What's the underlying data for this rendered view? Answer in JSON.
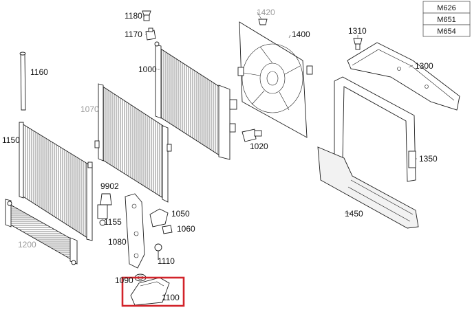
{
  "legend": {
    "entries": [
      "M626",
      "M651",
      "M654"
    ]
  },
  "parts": [
    {
      "id": "p1180",
      "label": "1180",
      "grey": false
    },
    {
      "id": "p1170",
      "label": "1170",
      "grey": false
    },
    {
      "id": "p1420",
      "label": "1420",
      "grey": true
    },
    {
      "id": "p1400",
      "label": "1400",
      "grey": false
    },
    {
      "id": "p1310",
      "label": "1310",
      "grey": false
    },
    {
      "id": "p1160",
      "label": "1160",
      "grey": false
    },
    {
      "id": "p1000",
      "label": "1000",
      "grey": false
    },
    {
      "id": "p1300",
      "label": "1300",
      "grey": false
    },
    {
      "id": "p1070",
      "label": "1070",
      "grey": true
    },
    {
      "id": "p1150",
      "label": "1150",
      "grey": false
    },
    {
      "id": "p1020",
      "label": "1020",
      "grey": false
    },
    {
      "id": "p1350",
      "label": "1350",
      "grey": false
    },
    {
      "id": "p9902",
      "label": "9902",
      "grey": false
    },
    {
      "id": "p1050",
      "label": "1050",
      "grey": false
    },
    {
      "id": "p1155",
      "label": "1155",
      "grey": false
    },
    {
      "id": "p1450",
      "label": "1450",
      "grey": false
    },
    {
      "id": "p1060",
      "label": "1060",
      "grey": false
    },
    {
      "id": "p1080",
      "label": "1080",
      "grey": false
    },
    {
      "id": "p1200",
      "label": "1200",
      "grey": true
    },
    {
      "id": "p1110",
      "label": "1110",
      "grey": false
    },
    {
      "id": "p1090",
      "label": "1090",
      "grey": false
    },
    {
      "id": "p1100",
      "label": "1100",
      "grey": false
    }
  ],
  "highlight": {
    "color": "#d2232a",
    "part": "1100"
  }
}
